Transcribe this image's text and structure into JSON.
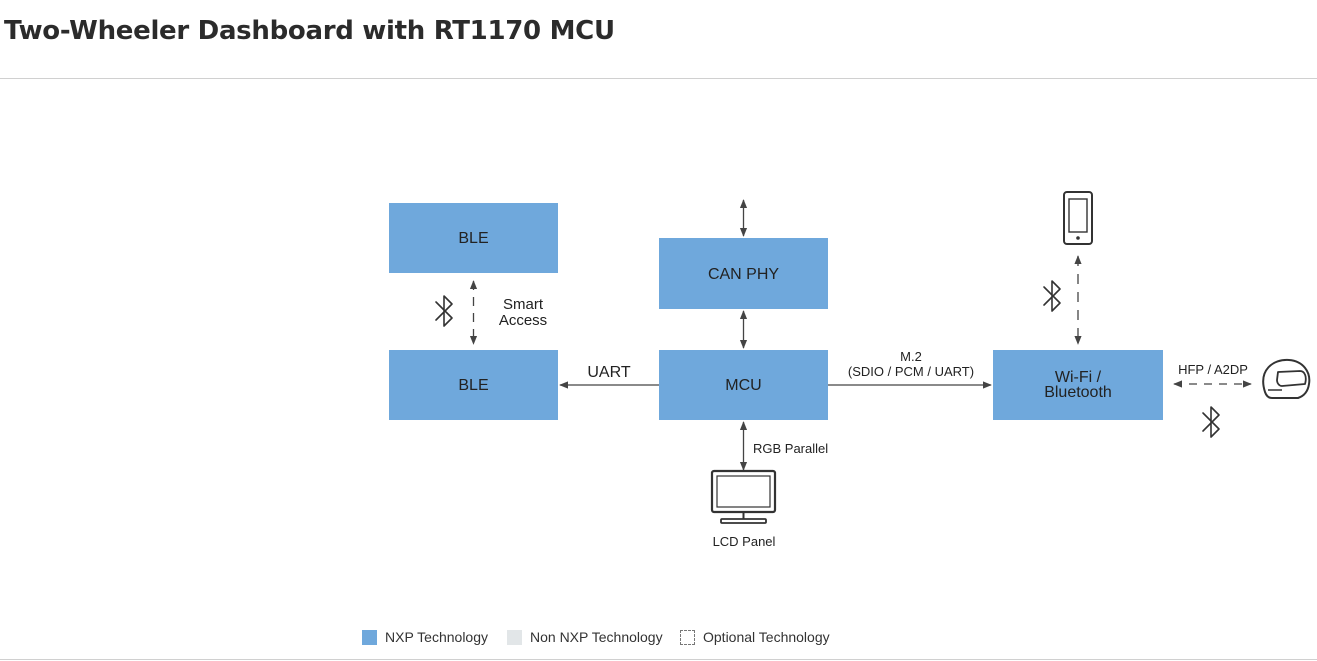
{
  "page": {
    "title": "Two-Wheeler Dashboard with RT1170 MCU"
  },
  "colors": {
    "nxp": "#6fa8dc",
    "non_nxp": "#e2e6e8",
    "text": "#222222",
    "line": "#444444"
  },
  "blocks": {
    "ble_top": "BLE",
    "ble_bottom": "BLE",
    "can_phy": "CAN PHY",
    "mcu": "MCU",
    "wifi_line1": "Wi-Fi /",
    "wifi_line2": "Bluetooth"
  },
  "labels": {
    "smart_access_line1": "Smart",
    "smart_access_line2": "Access",
    "uart": "UART",
    "m2_line1": "M.2",
    "m2_line2": "(SDIO / PCM / UART)",
    "rgb_parallel": "RGB Parallel",
    "lcd_panel": "LCD Panel",
    "hfp_a2dp": "HFP / A2DP"
  },
  "icons": {
    "phone": "smartphone-icon",
    "monitor": "monitor-icon",
    "helmet": "helmet-icon",
    "bluetooth": "bluetooth-icon"
  },
  "legend": {
    "nxp": "NXP Technology",
    "non_nxp": "Non NXP Technology",
    "optional": "Optional Technology"
  }
}
